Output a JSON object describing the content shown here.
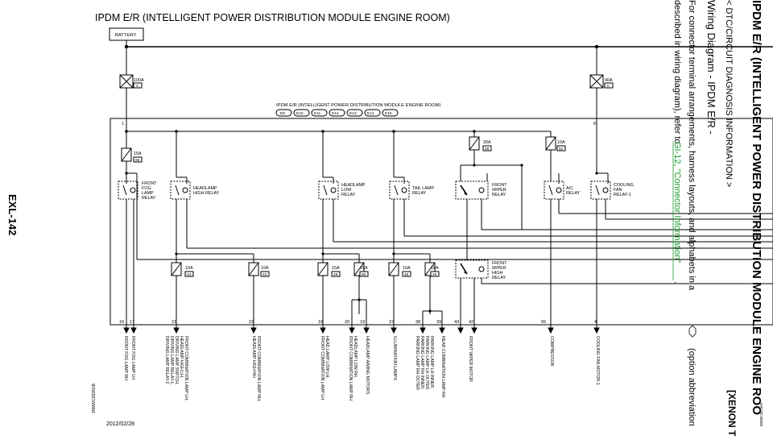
{
  "header": {
    "title": "IPDM E/R (INTELLIGENT POWER DISTRIBUTION MODULE ENGINE ROOM)"
  },
  "battery": {
    "label": "BATTERY"
  },
  "module": {
    "title": "IPDM E/R (INTELLIGENT POWER DISTRIBUTION MODULE ENGINE ROOM)",
    "connectors": [
      "E9",
      "E10",
      "E11",
      "E12",
      "E13",
      "E14",
      "E15"
    ]
  },
  "fuses": {
    "main_c": {
      "rating": "100A",
      "code": "C"
    },
    "main_k": {
      "rating": "40A",
      "code": "K"
    },
    "f65": {
      "rating": "15A",
      "code": "65"
    },
    "f48": {
      "rating": "30A",
      "code": "48"
    },
    "f51": {
      "rating": "10A",
      "code": "51"
    },
    "f44": {
      "rating": "10A",
      "code": "44"
    },
    "f43": {
      "rating": "10A",
      "code": "43"
    },
    "f49": {
      "rating": "15A",
      "code": "49"
    },
    "f50": {
      "rating": "15A",
      "code": "50"
    },
    "f45": {
      "rating": "10A",
      "code": "45"
    },
    "f46": {
      "rating": "10A",
      "code": "46"
    }
  },
  "relays": {
    "front_fog": [
      "FRONT",
      "FOG",
      "LAMP",
      "RELAY"
    ],
    "headlamp_high": [
      "HEADLAMP",
      "HIGH RELAY"
    ],
    "headlamp_low": [
      "HEADLAMP",
      "LOW",
      "RELAY"
    ],
    "tail_lamp": [
      "TAIL LAMP",
      "RELAY"
    ],
    "front_wiper": [
      "FRONT",
      "WIPER",
      "RELAY"
    ],
    "ac": [
      "A/C",
      "RELAY"
    ],
    "cooling_fan": [
      "COOLING",
      "FAN",
      "RELAY-1"
    ],
    "front_wiper_high": [
      "FRONT",
      "WIPER",
      "HIGH",
      "RELAY"
    ]
  },
  "terminals": {
    "t1": "1",
    "t6": "6",
    "t16": "16",
    "t17": "17",
    "t21": "21",
    "t22": "22",
    "t18": "18",
    "t20": "20",
    "t19": "19",
    "t37": "37",
    "t38": "38",
    "t39": "39",
    "t43": "43",
    "t42": "42",
    "t55": "55",
    "t4": "4"
  },
  "outputs": {
    "o16": "FRONT FOG LAMP RH",
    "o17": "FRONT FOG LAMP LH",
    "o21a": "FRONT COMBINATION LAMP LH,",
    "o21b": "HEADLAMP HIGH LH,",
    "o21c": "DRIVING LAMP SWITCH,",
    "o21d": "DRIVING LAMP RELAY-1,",
    "o21e": "DRIVING LAMP RELAY-2",
    "o22a": "FRONT COMBINATION LAMP RH,",
    "o22b": "HEADLAMP HIGH RH",
    "o18a": "HEAD LAMP LOW LH,",
    "o18b": "FRONT COMBINATION LAMP LH",
    "o20a": "HEADLAMP LOW RH,",
    "o20b": "FRONT COMBINATION LAMP RH",
    "o19": "HEADLAMP AIMING MOTORS",
    "o37": "ILLUMINATION LAMPS",
    "o38a": "PARKING LAMP LH INNER,",
    "o38b": "PARKING LAMP LH OUTER,",
    "o38c": "PARKING LAMP RH INNER,",
    "o38d": "PARKING LAMP RH OUTER",
    "o39": "REAR COMBINATION LAMP RH",
    "o42": "FRONT WIPER MOTOR",
    "o55": "COMPRESSOR",
    "o4": "COOLING FAN MOTOR-1"
  },
  "footer": {
    "code": "JRMWC6835GB",
    "date": "2012/02/28",
    "page": "EXL-142"
  },
  "side_text": {
    "line1": "IPDM E/R (INTELLIGENT POWER DISTRIBUTION MODULE ENGINE ROO",
    "line1b": "[XENON T",
    "line2": "< DTC/CIRCUIT DIAGNOSIS INFORMATION >",
    "line3": "Wiring Diagram - IPDM E/R -",
    "line4": "For connector terminal arrangements, harness layouts, and alphabets in a",
    "line4b": "(option abbreviation",
    "line5_pre": "described in wiring diagram), refer to",
    "line5_link": "GI-12, \"Connector Information\"",
    "line5_post": ".",
    "ref": "INFOID:00000"
  }
}
